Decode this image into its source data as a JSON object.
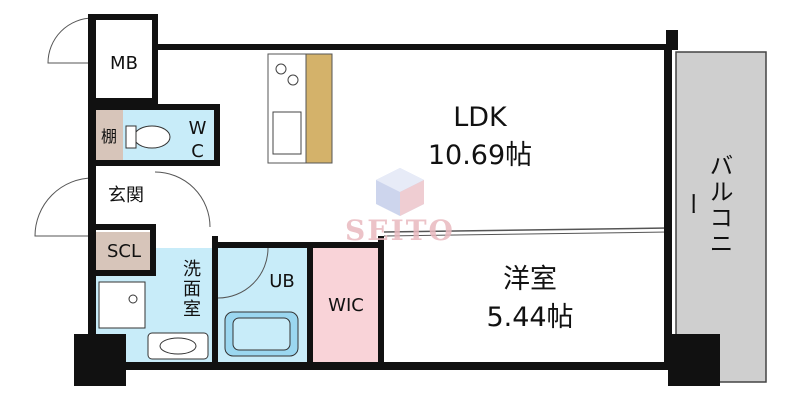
{
  "rooms": {
    "mb": "MB",
    "ldk_name": "LDK",
    "ldk_size": "10.69帖",
    "shelf": "棚",
    "wc": "WC",
    "entrance": "玄関",
    "scl": "SCL",
    "washroom": "洗面室",
    "ub": "UB",
    "wic": "WIC",
    "western_name": "洋室",
    "western_size": "5.44帖",
    "balcony": "バルコニー"
  },
  "watermark": {
    "text": "SEITO"
  },
  "colors": {
    "wall": "#111111",
    "wet_area": "#c8ecf9",
    "wic": "#f9d3d8",
    "balcony": "#cfcfcf",
    "counter": "#d4b26a",
    "shelf": "#d7c5ba",
    "scl": "#d7c5ba",
    "watermark_red": "#e9b9bf",
    "watermark_blue": "#b8c4e6"
  }
}
